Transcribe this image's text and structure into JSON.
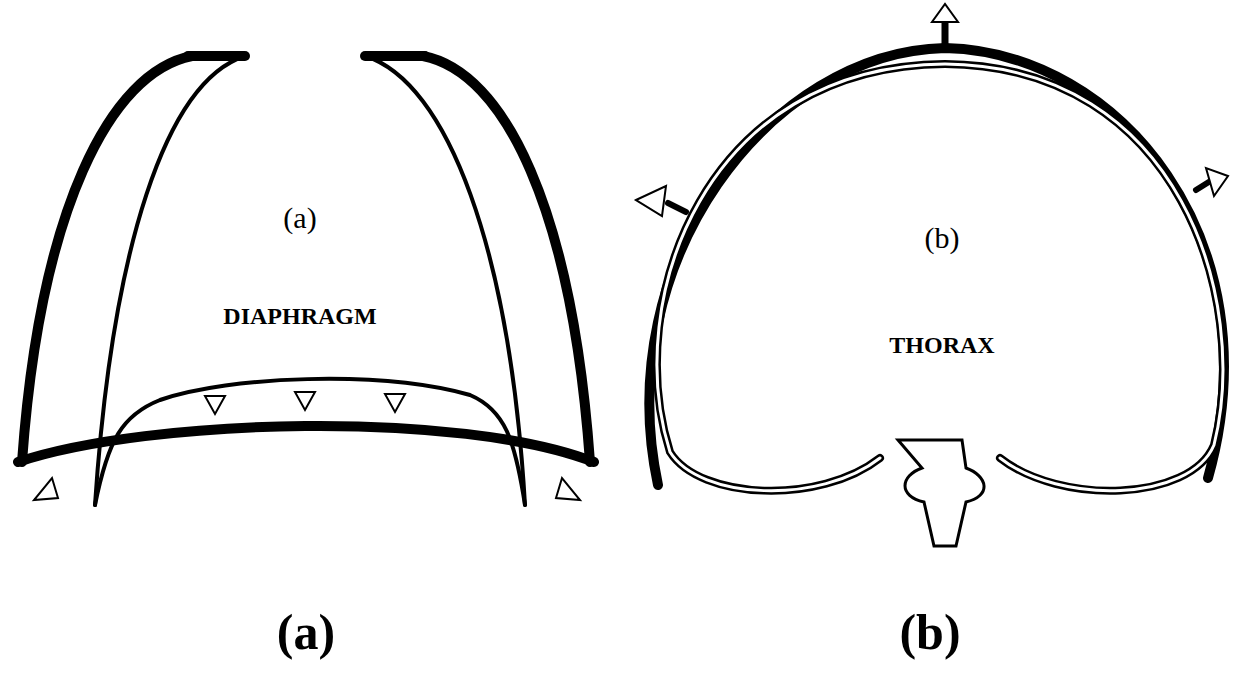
{
  "diagram": {
    "labels": [
      "(a)",
      "DIAPHRAGM",
      "(b)",
      "THORAX",
      "(a)",
      "(b)"
    ]
  }
}
